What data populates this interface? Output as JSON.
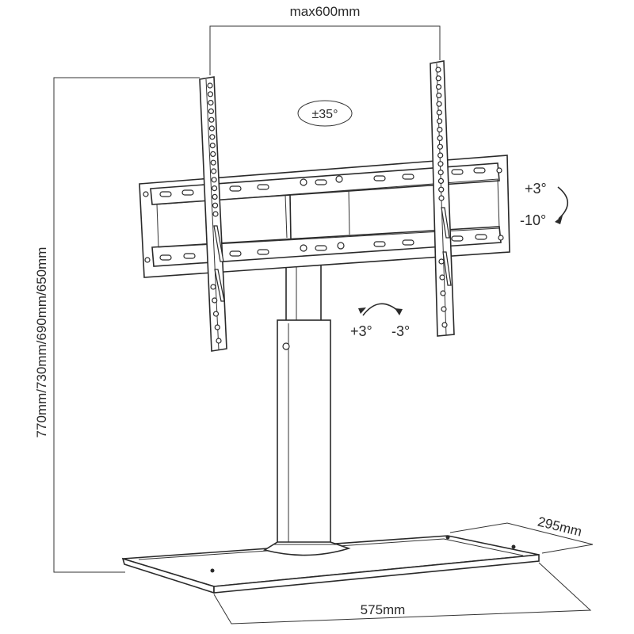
{
  "diagram": {
    "labels": {
      "vesa_width": "max600mm",
      "swivel": "±35°",
      "tilt_up": "+3°",
      "tilt_down": "-10°",
      "level_plus": "+3°",
      "level_minus": "-3°",
      "height_options": "770mm/730mm/690mm/650mm",
      "base_depth": "295mm",
      "base_width": "575mm"
    },
    "colors": {
      "line": "#2a2a2a",
      "background": "#ffffff"
    }
  }
}
